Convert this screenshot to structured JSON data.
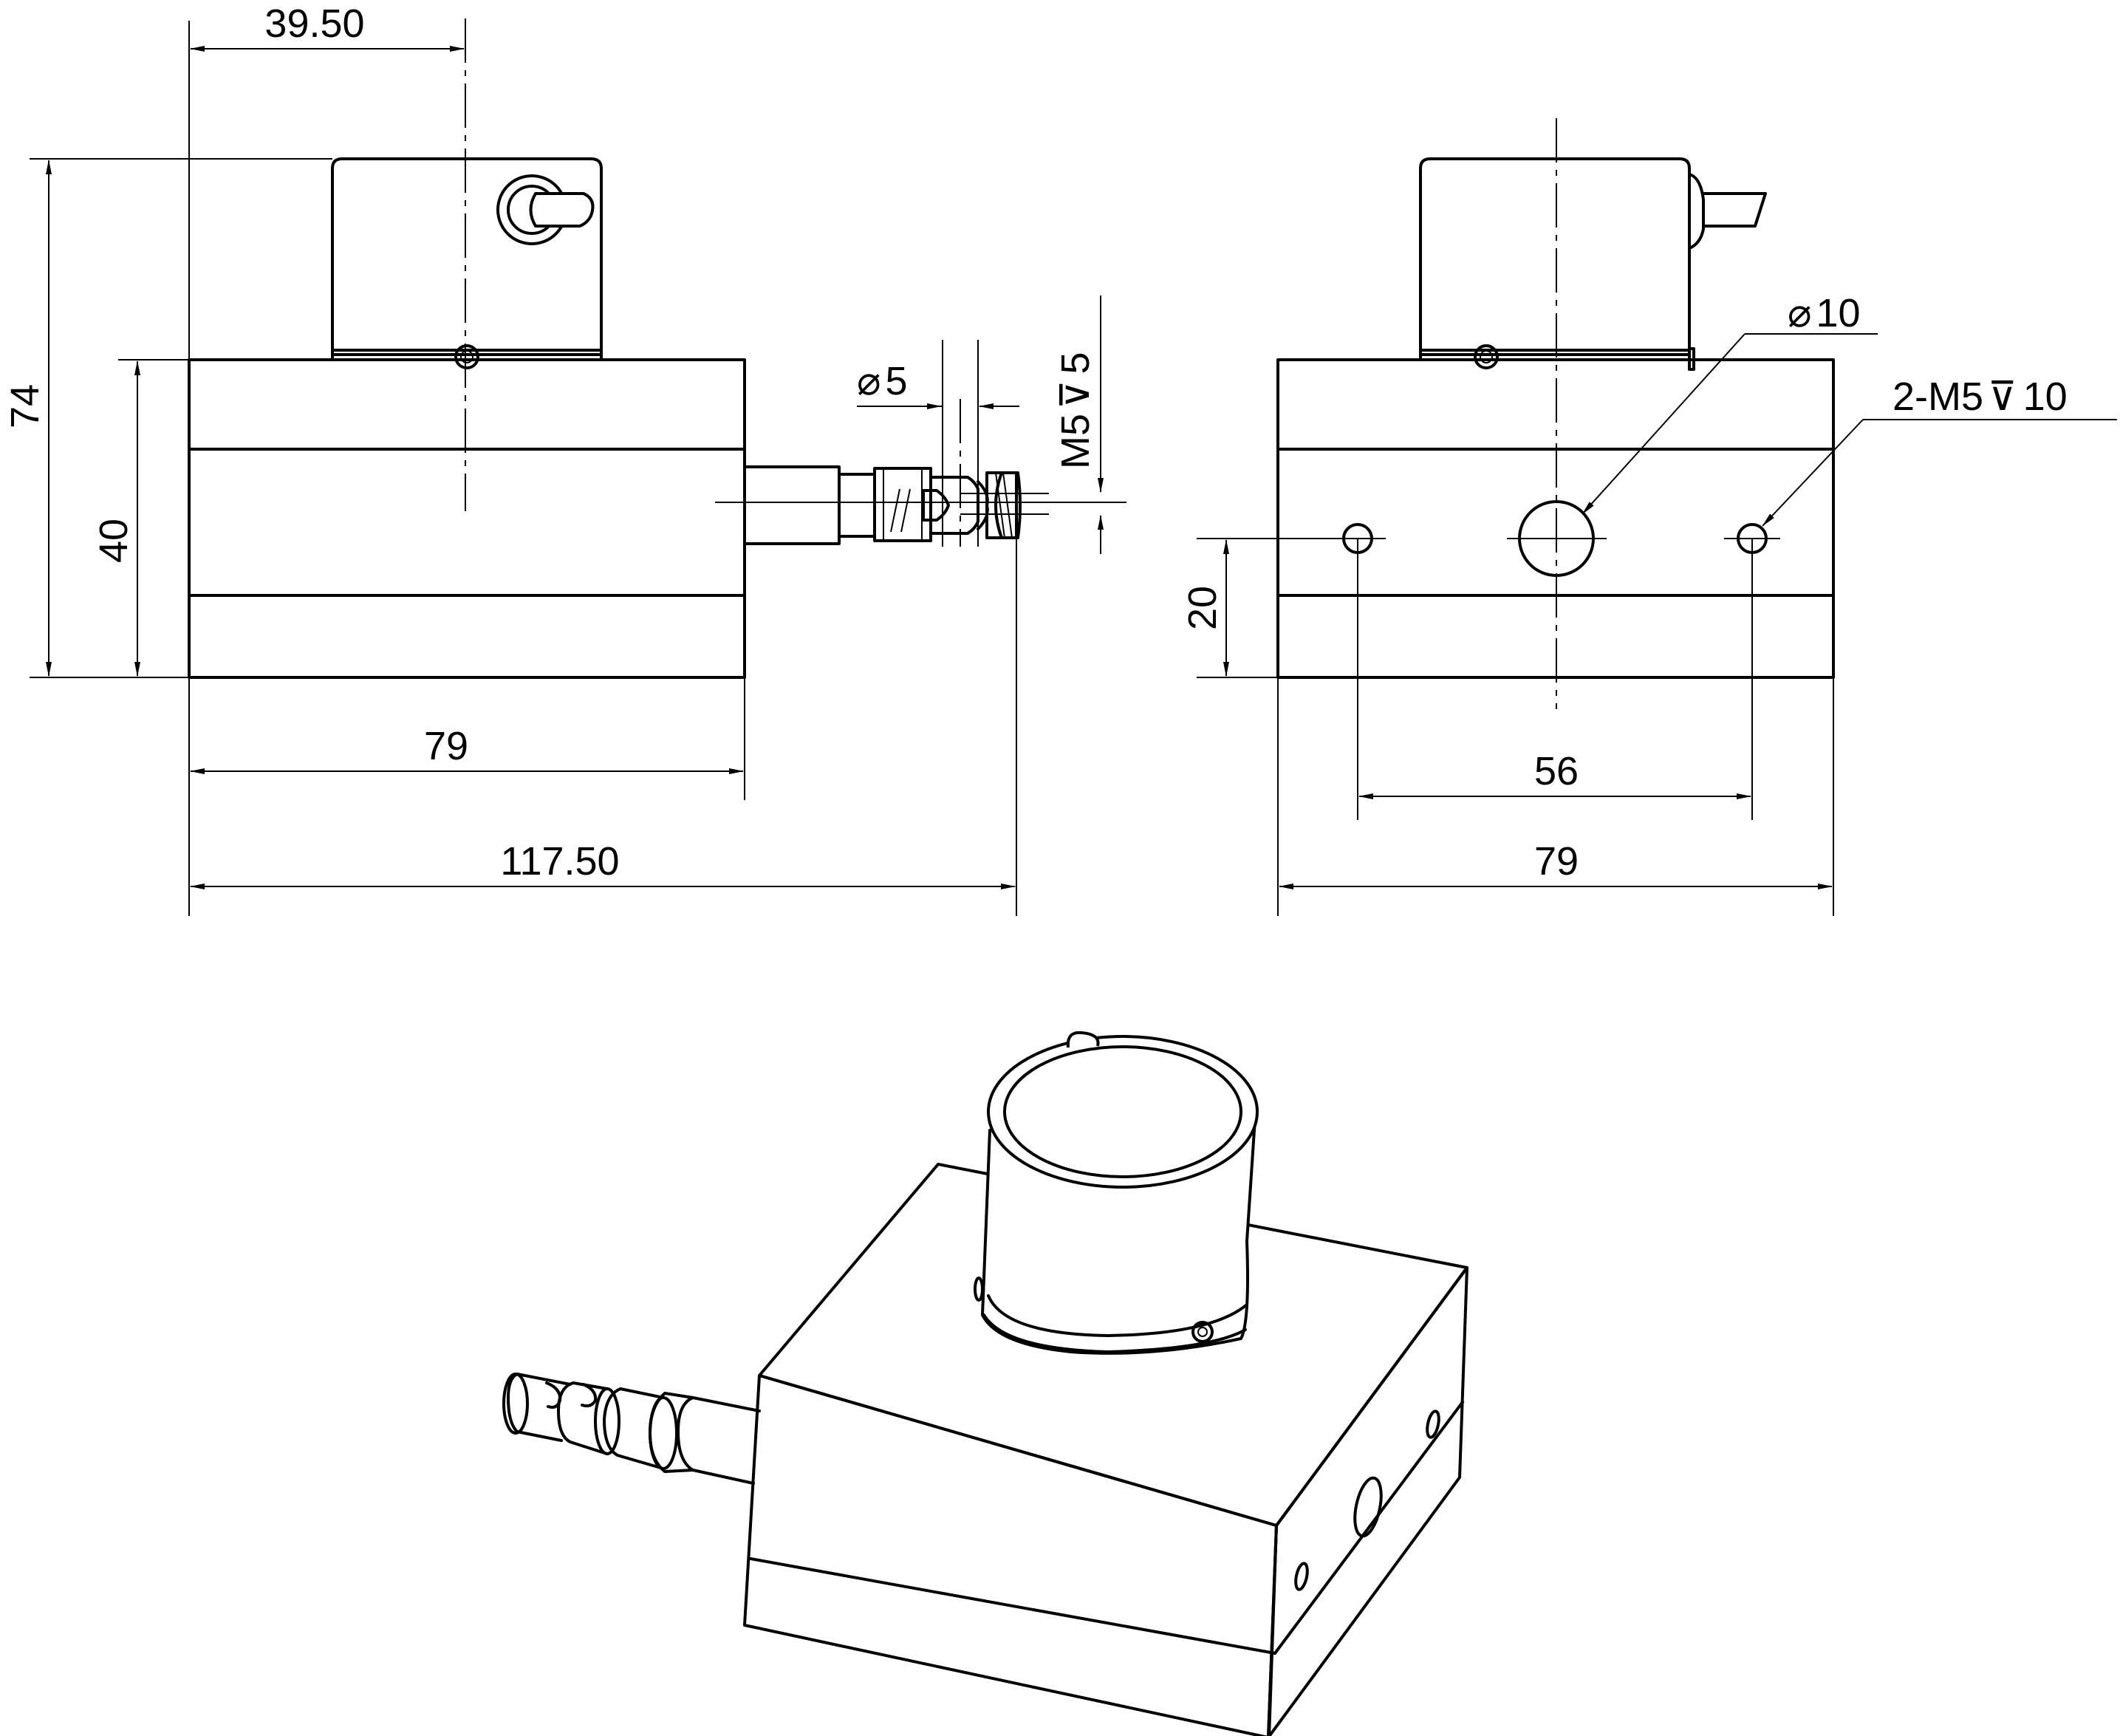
{
  "dimensions": {
    "sensor_offset": "39.50",
    "overall_height": "74",
    "body_height": "40",
    "body_length": "79",
    "overall_length": "117.50",
    "wire_clip_diameter": "5",
    "wire_clip_thread": "M5",
    "wire_clip_thread_depth": "5",
    "port_diameter": "10",
    "mount_holes": "2-M5",
    "mount_hole_depth": "10",
    "hole_height": "20",
    "hole_spacing": "56",
    "body_width": "79"
  },
  "symbols": {
    "diameter": "⌀",
    "depth": "⊽"
  }
}
